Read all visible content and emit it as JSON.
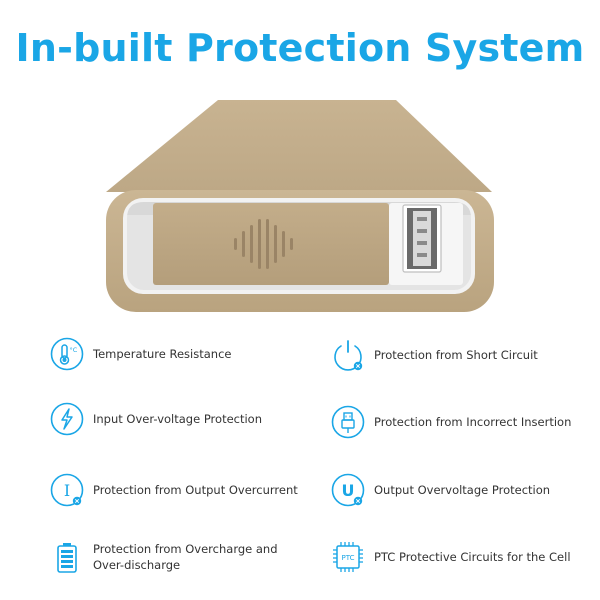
{
  "title": "In-built Protection System",
  "colors": {
    "accent": "#1aa6e6",
    "product_shell": "#c9b493",
    "text": "#333333"
  },
  "features": [
    {
      "icon": "thermometer-icon",
      "lines": [
        "Temperature Resistance"
      ]
    },
    {
      "icon": "lightning-icon",
      "lines": [
        "Input Over-voltage Protection"
      ]
    },
    {
      "icon": "current-icon",
      "lines": [
        "Protection from Output Overcurrent"
      ]
    },
    {
      "icon": "battery-icon",
      "lines": [
        "Protection from Overcharge and",
        "Over-discharge"
      ]
    },
    {
      "icon": "power-icon",
      "lines": [
        "Protection from Short Circuit"
      ]
    },
    {
      "icon": "usb-plug-icon",
      "lines": [
        "Protection from Incorrect Insertion"
      ]
    },
    {
      "icon": "voltage-icon",
      "lines": [
        "Output Overvoltage Protection"
      ]
    },
    {
      "icon": "chip-icon",
      "lines": [
        "PTC Protective Circuits for the Cell"
      ]
    }
  ],
  "icon_text": {
    "celsius": "°C",
    "current": "I",
    "voltage": "U",
    "chip": "PTC"
  }
}
